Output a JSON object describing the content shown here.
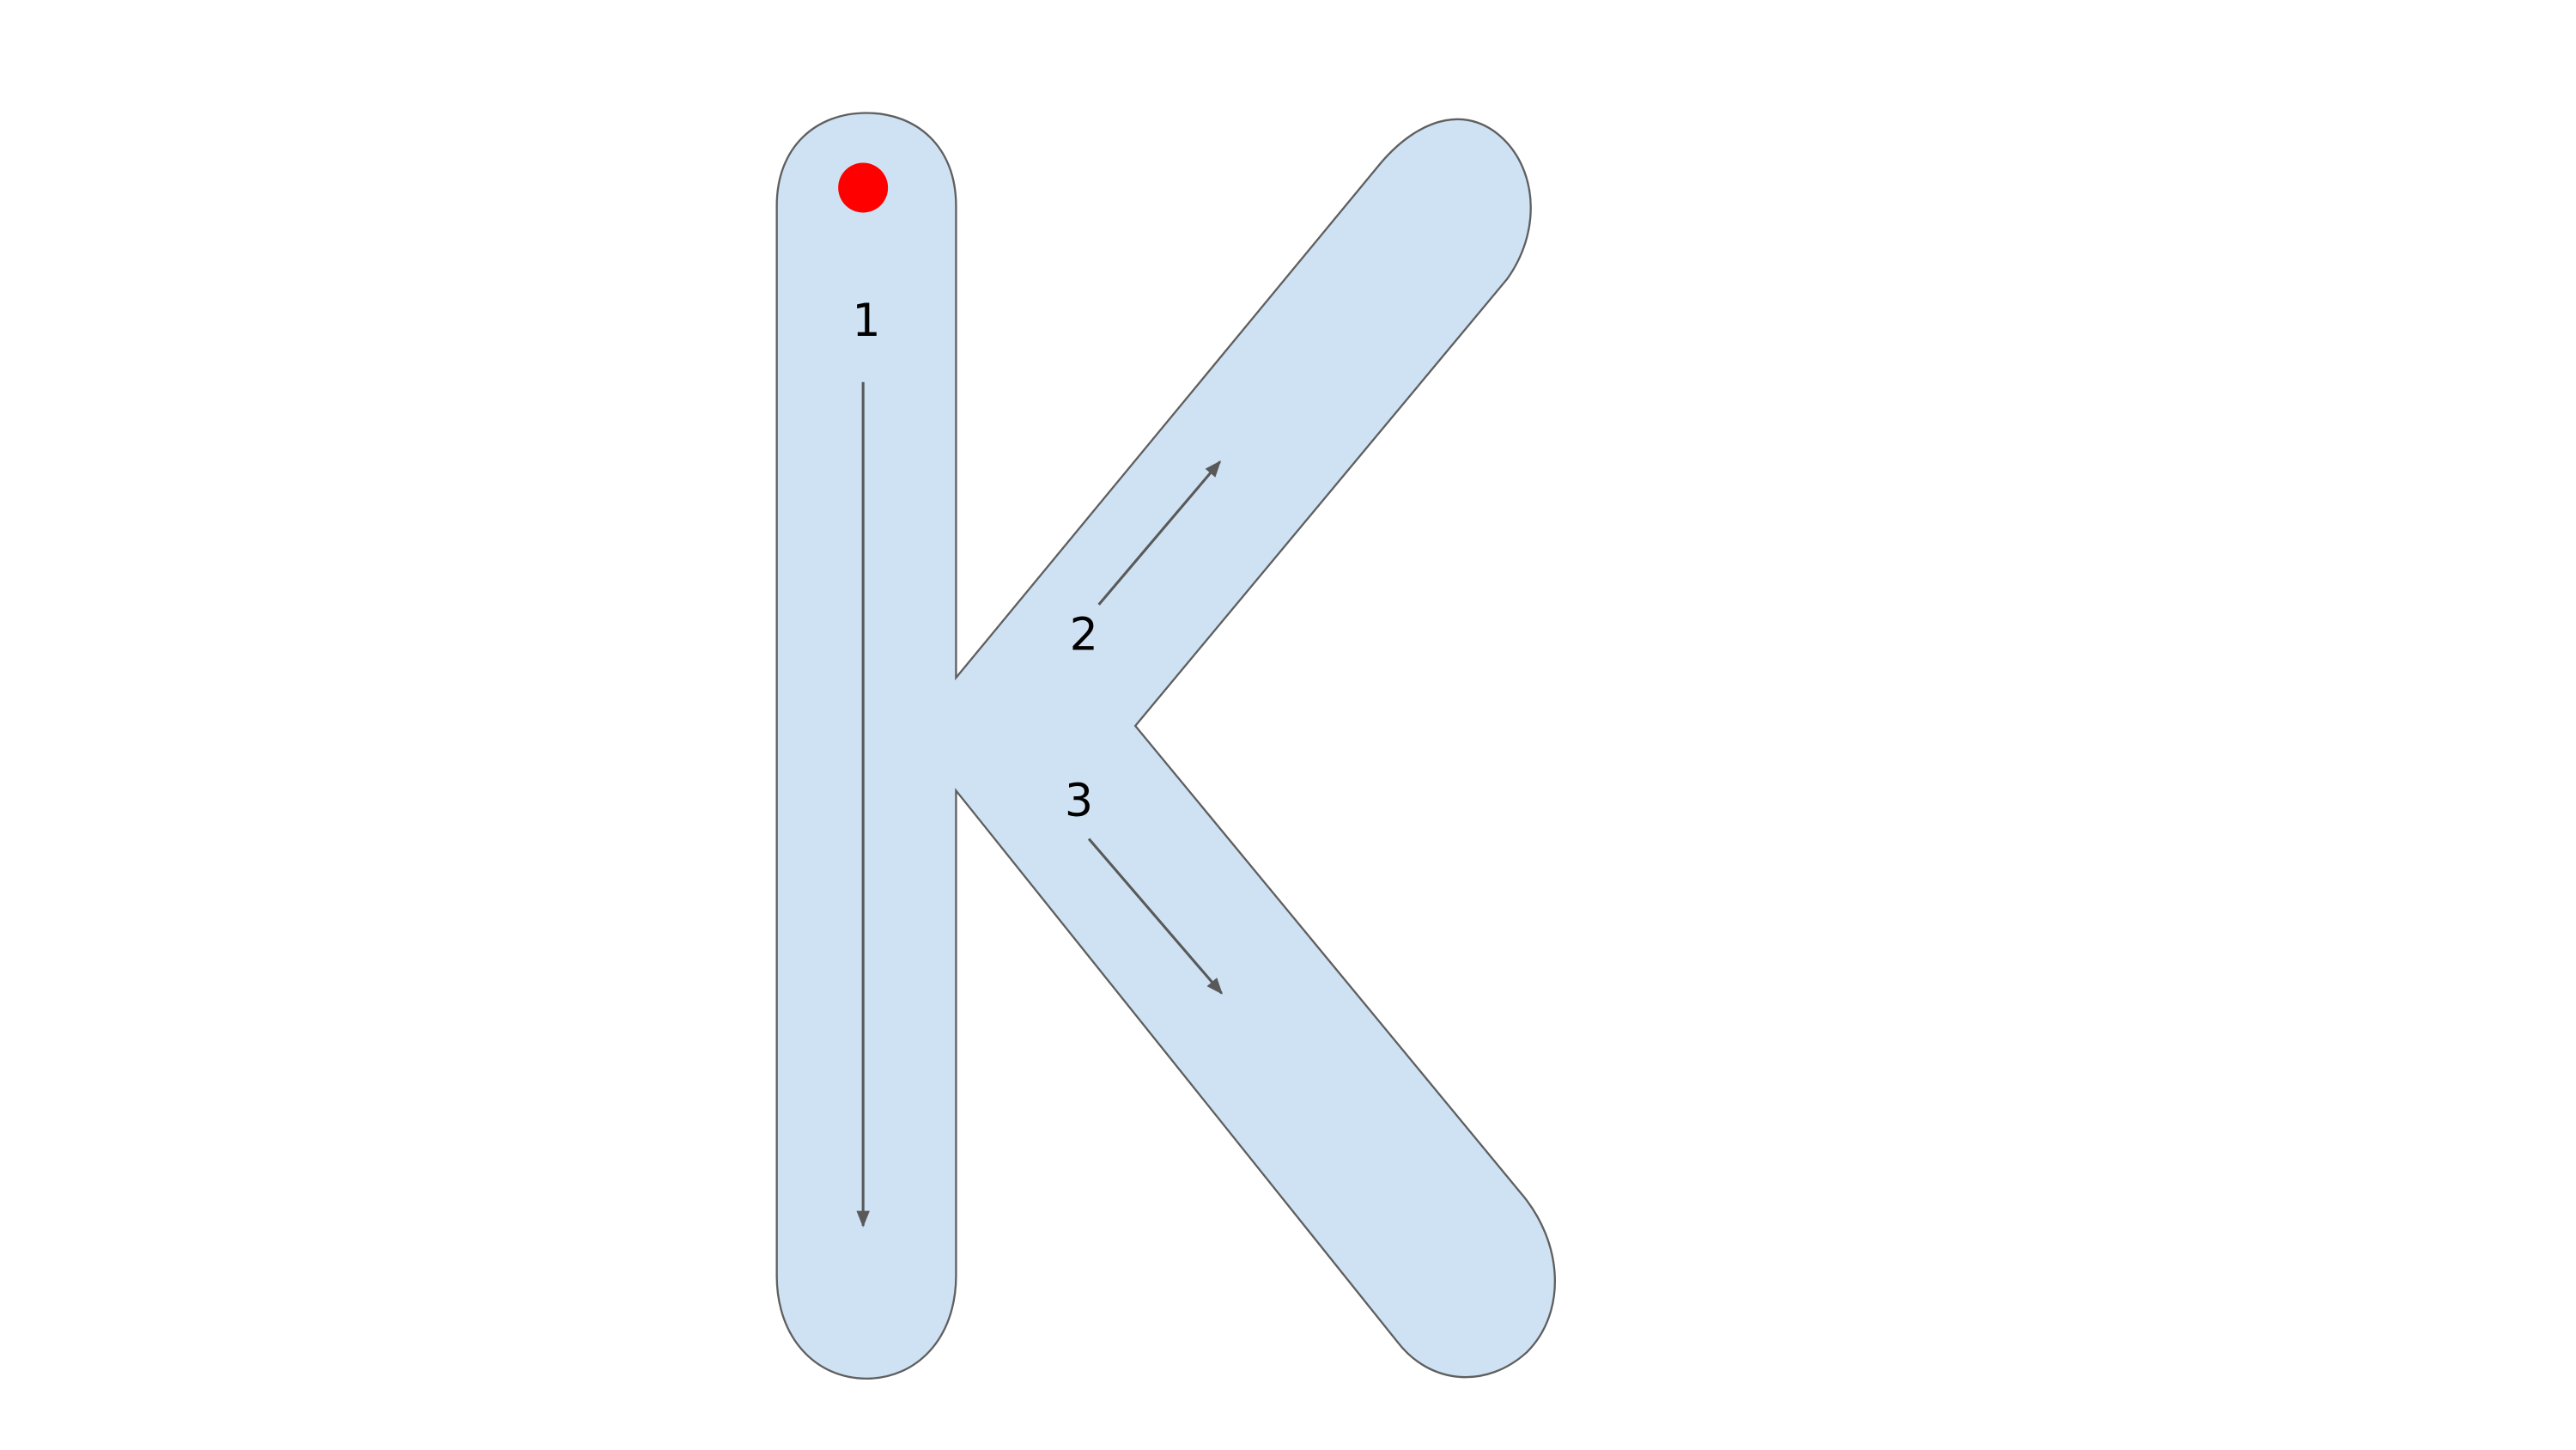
{
  "colors": {
    "background": "#ffffff",
    "letter_fill": "#cfe2f3",
    "letter_outline": "#5f5f5f",
    "start_dot": "#ff0000",
    "arrow": "#595959",
    "label": "#000000"
  },
  "steps": [
    {
      "label": "1"
    },
    {
      "label": "2"
    },
    {
      "label": "3"
    }
  ]
}
